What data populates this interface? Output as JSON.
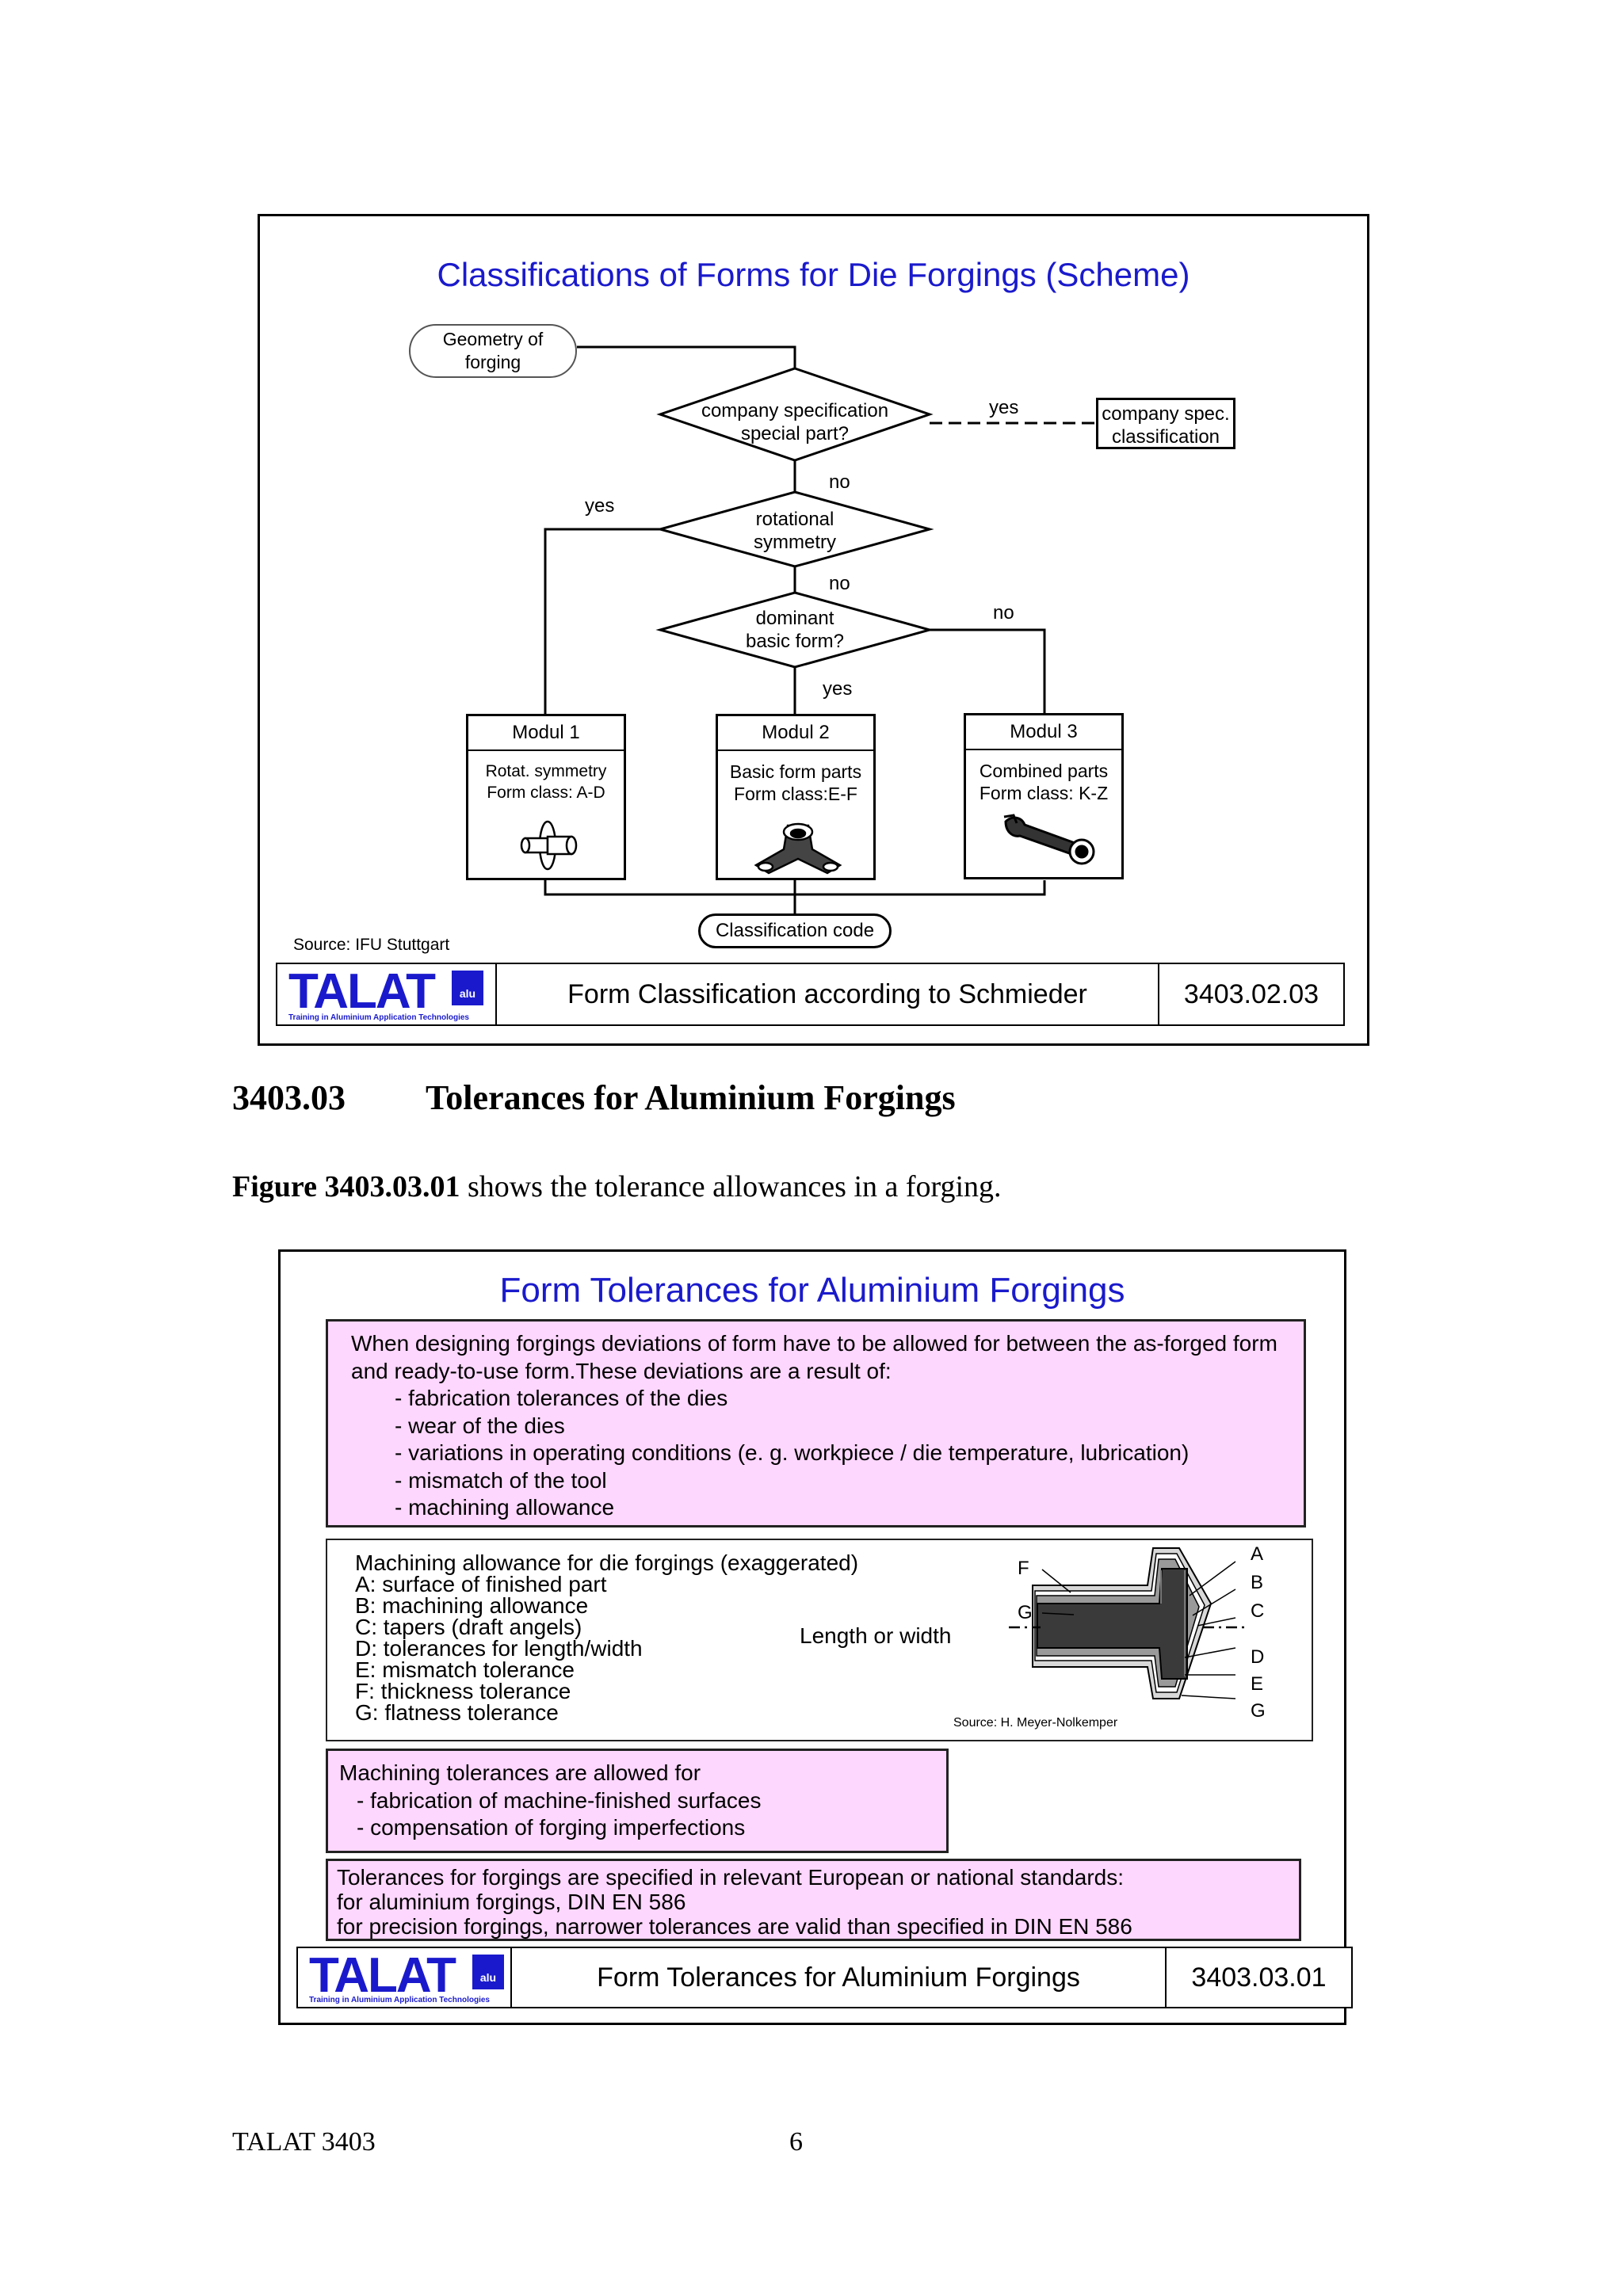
{
  "fig1": {
    "title": "Classifications of Forms for Die Forgings (Scheme)",
    "geometry": "Geometry of forging",
    "d1": [
      "company specification",
      "special part?"
    ],
    "d1_yes": "yes",
    "d1_no": "no",
    "spec_box": [
      "company spec.",
      "classification"
    ],
    "d2": [
      "rotational",
      "symmetry"
    ],
    "d2_yes": "yes",
    "d2_no": "no",
    "d3": [
      "dominant",
      "basic form?"
    ],
    "d3_no": "no",
    "d3_yes": "yes",
    "modules": [
      {
        "title": "Modul 1",
        "lines": [
          "Rotat. symmetry",
          "Form class: A-D"
        ]
      },
      {
        "title": "Modul 2",
        "lines": [
          "Basic form parts",
          "Form class:E-F"
        ]
      },
      {
        "title": "Modul 3",
        "lines": [
          "Combined parts",
          "Form class: K-Z"
        ]
      }
    ],
    "classification_code": "Classification code",
    "source": "Source: IFU Stuttgart",
    "footer": {
      "logo": "TALAT",
      "logo_sub": "Training in Aluminium Application Technologies",
      "logo_badge": "alu",
      "caption": "Form Classification according to Schmieder",
      "number": "3403.02.03"
    }
  },
  "section": {
    "number": "3403.03",
    "title": "Tolerances for Aluminium Forgings"
  },
  "para": {
    "ref": "Figure 3403.03.01",
    "text": " shows the tolerance allowances in a forging."
  },
  "fig2": {
    "title": "Form Tolerances for Aluminium Forgings",
    "box1": [
      "When designing forgings deviations of form have to be allowed for between the as-forged form",
      "and ready-to-use form.These deviations are a result of:",
      "- fabrication tolerances of the dies",
      "- wear of the dies",
      "- variations in operating conditions (e. g. workpiece / die temperature, lubrication)",
      "- mismatch of the tool",
      "- machining allowance"
    ],
    "box2": [
      "Machining allowance for die forgings (exaggerated)",
      "A: surface of finished part",
      "B: machining allowance",
      "C: tapers (draft angels)",
      "D: tolerances for length/width",
      "E: mismatch tolerance",
      "F: thickness tolerance",
      "G: flatness tolerance"
    ],
    "length_label": "Length or width",
    "diagram_labels": {
      "F": "F",
      "G_left": "G",
      "A": "A",
      "B": "B",
      "C": "C",
      "D": "D",
      "E": "E",
      "G_right": "G"
    },
    "diagram_source": "Source: H. Meyer-Nolkemper",
    "box3": [
      "Machining tolerances are allowed for",
      "- fabrication of machine-finished surfaces",
      "- compensation of forging imperfections"
    ],
    "box4": [
      "Tolerances for forgings are specified in relevant European or national standards:",
      "for aluminium forgings, DIN EN 586",
      "for precision forgings, narrower tolerances are valid than specified in DIN EN 586"
    ],
    "footer": {
      "logo": "TALAT",
      "logo_sub": "Training in Aluminium Application Technologies",
      "logo_badge": "alu",
      "caption": "Form Tolerances for Aluminium Forgings",
      "number": "3403.03.01"
    }
  },
  "page_footer": {
    "left": "TALAT 3403",
    "page": "6"
  }
}
